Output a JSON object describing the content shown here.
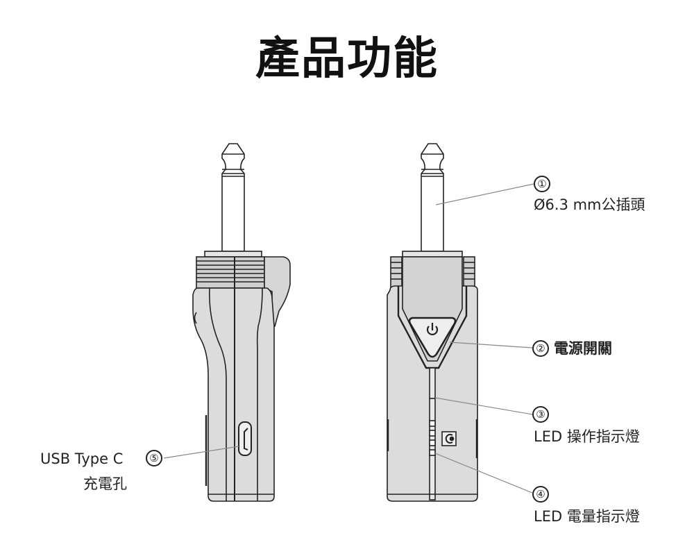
{
  "title": "產品功能",
  "colors": {
    "body_fill": "#dcdcdc",
    "outline": "#222222",
    "leader_line": "#888888",
    "text": "#222222"
  },
  "callouts": [
    {
      "number": "①",
      "label": "Ø6.3 mm公插頭",
      "target": "6.3mm-plug"
    },
    {
      "number": "②",
      "label": "電源開關",
      "target": "power-button"
    },
    {
      "number": "③",
      "label": "LED 操作指示燈",
      "target": "operation-led"
    },
    {
      "number": "④",
      "label": "LED 電量指示燈",
      "target": "battery-led"
    },
    {
      "number": "⑤",
      "label_line1": "USB Type C",
      "label_line2": "充電孔",
      "target": "usb-c-port"
    }
  ],
  "icons": {
    "power": "power-icon",
    "wireless": "wireless-icon"
  }
}
